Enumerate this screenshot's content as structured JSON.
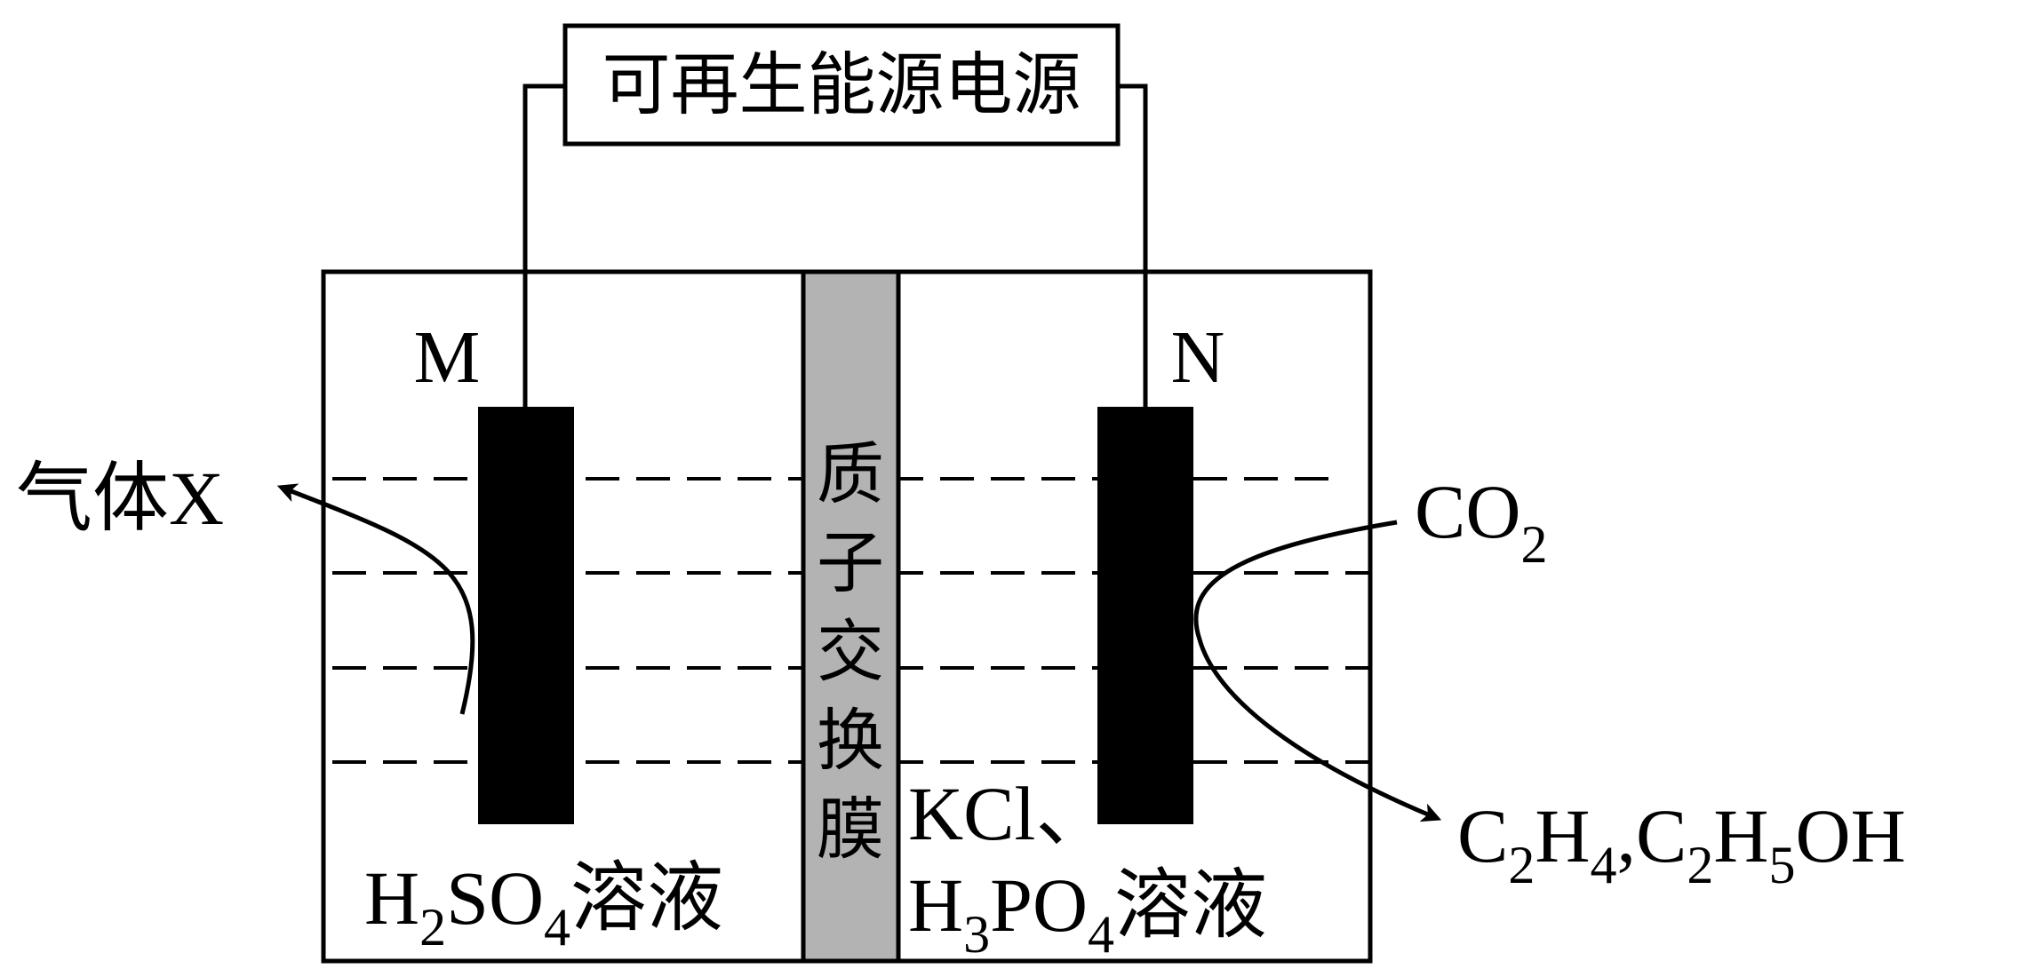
{
  "diagram": {
    "power_source_label": "可再生能源电源",
    "electrode_left_label": "M",
    "electrode_right_label": "N",
    "membrane_label_chars": [
      "质",
      "子",
      "交",
      "换",
      "膜"
    ],
    "left_gas_label": "气体X",
    "right_input_label": {
      "main": "CO",
      "sub": "2"
    },
    "right_products_label": [
      {
        "t": "C",
        "sub": false
      },
      {
        "t": "2",
        "sub": true
      },
      {
        "t": "H",
        "sub": false
      },
      {
        "t": "4",
        "sub": true
      },
      {
        "t": ",",
        "sub": false
      },
      {
        "t": "C",
        "sub": false
      },
      {
        "t": "2",
        "sub": true
      },
      {
        "t": "H",
        "sub": false
      },
      {
        "t": "5",
        "sub": true
      },
      {
        "t": "OH",
        "sub": false
      }
    ],
    "left_solution_label": [
      {
        "t": "H",
        "sub": false
      },
      {
        "t": "2",
        "sub": true
      },
      {
        "t": "SO",
        "sub": false
      },
      {
        "t": "4",
        "sub": true
      },
      {
        "t": "溶液",
        "sub": false
      }
    ],
    "right_solution_line1": "KCl、",
    "right_solution_line2": [
      {
        "t": "H",
        "sub": false
      },
      {
        "t": "3",
        "sub": true
      },
      {
        "t": "PO",
        "sub": false
      },
      {
        "t": "4",
        "sub": true
      },
      {
        "t": "溶液",
        "sub": false
      }
    ],
    "colors": {
      "line": "#000000",
      "electrode": "#000000",
      "membrane": "#b3b3b3",
      "background": "#ffffff"
    }
  }
}
